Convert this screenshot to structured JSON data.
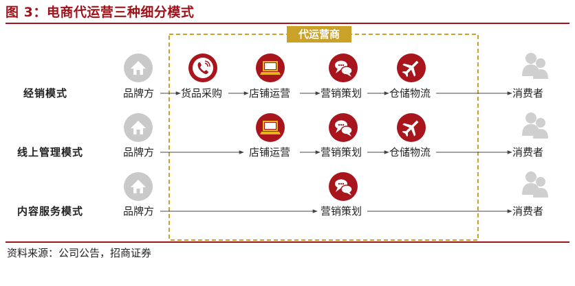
{
  "title": "图 3：电商代运营三种细分模式",
  "source": "资料来源：公司公告，招商证券",
  "agency_label": "代运营商",
  "colors": {
    "accent": "#a0121a",
    "icon_red": "#a8151c",
    "gold": "#c9a227",
    "gray": "#c9c9c9"
  },
  "rows": [
    {
      "mode": "经销模式",
      "brand": "品牌方",
      "steps": [
        "货品采购",
        "店铺运营",
        "营销策划",
        "仓储物流"
      ],
      "consumer": "消费者",
      "icons": [
        "phone-icon",
        "laptop-icon",
        "chat-icon",
        "plane-icon"
      ]
    },
    {
      "mode": "线上管理模式",
      "brand": "品牌方",
      "steps": [
        "店铺运营",
        "营销策划",
        "仓储物流"
      ],
      "consumer": "消费者",
      "icons": [
        "laptop-icon",
        "chat-icon",
        "plane-icon"
      ]
    },
    {
      "mode": "内容服务模式",
      "brand": "品牌方",
      "steps": [
        "营销策划"
      ],
      "consumer": "消费者",
      "icons": [
        "chat-icon"
      ]
    }
  ]
}
